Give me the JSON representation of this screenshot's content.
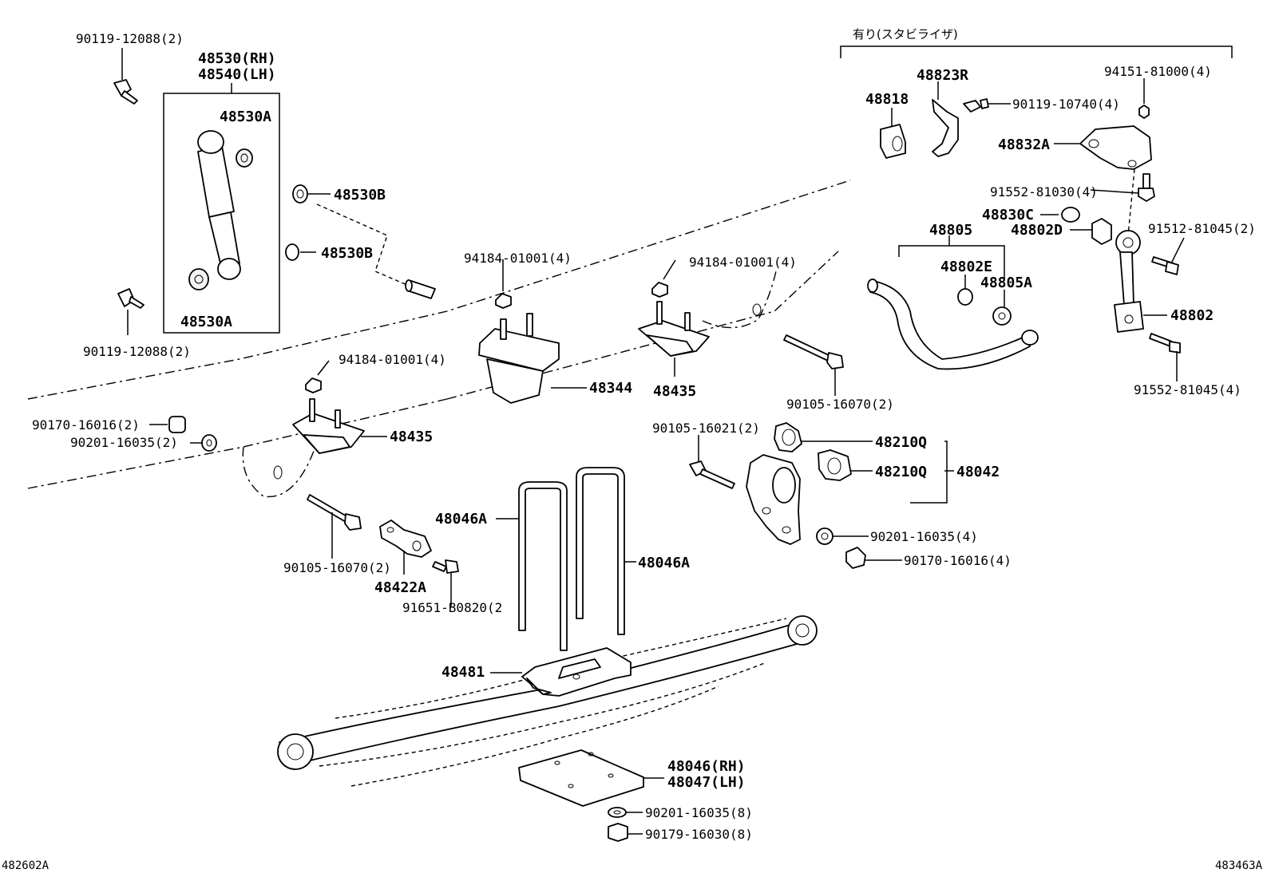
{
  "labels": {
    "stabilizer_note": "有り(スタビライザ)",
    "bolt_90119_12088_top": "90119-12088(2)",
    "shock_rh": "48530(RH)",
    "shock_lh": "48540(LH)",
    "bushing_48530a_top": "48530A",
    "cushion_48530b_a": "48530B",
    "cushion_48530b_b": "48530B",
    "bushing_48530a_bottom": "48530A",
    "bolt_90119_12088_bottom": "90119-12088(2)",
    "nut_94184_a": "94184-01001(4)",
    "nut_94184_b": "94184-01001(4)",
    "nut_94184_c": "94184-01001(4)",
    "bumper_48344": "48344",
    "bumper_48435_a": "48435",
    "bumper_48435_b": "48435",
    "stopper_48818": "48818",
    "bracket_48823r": "48823R",
    "bolt_90119_10740": "90119-10740(4)",
    "nut_94151_81000": "94151-81000(4)",
    "bracket_48832a": "48832A",
    "bolt_91552_81030": "91552-81030(4)",
    "stab_48805": "48805",
    "cushion_48830c": "48830C",
    "bushing_48802d": "48802D",
    "bolt_91512_81045": "91512-81045(2)",
    "bushing_48802e": "48802E",
    "stab_48805a": "48805A",
    "link_48802": "48802",
    "bolt_91552_81045": "91552-81045(4)",
    "bolt_90105_16070_right": "90105-16070(2)",
    "washer_90170_16016_left": "90170-16016(2)",
    "washer_90201_16035_left": "90201-16035(2)",
    "bolt_90105_16021": "90105-16021(2)",
    "bushing_48210q_a": "48210Q",
    "bushing_48210q_b": "48210Q",
    "hanger_48042": "48042",
    "washer_90201_16035_right": "90201-16035(4)",
    "washer_90170_16016_right": "90170-16016(4)",
    "ubolt_48046a_left": "48046A",
    "ubolt_48046a_right": "48046A",
    "bolt_90105_16070_left": "90105-16070(2)",
    "bracket_48422a": "48422A",
    "bolt_91651_b0820": "91651-B0820(2",
    "seat_48481": "48481",
    "plate_rh": "48046(RH)",
    "plate_lh": "48047(LH)",
    "washer_90201_16035_bottom": "90201-16035(8)",
    "nut_90179_16030": "90179-16030(8)",
    "figure_id_left": "482602A",
    "figure_id_right": "483463A"
  }
}
